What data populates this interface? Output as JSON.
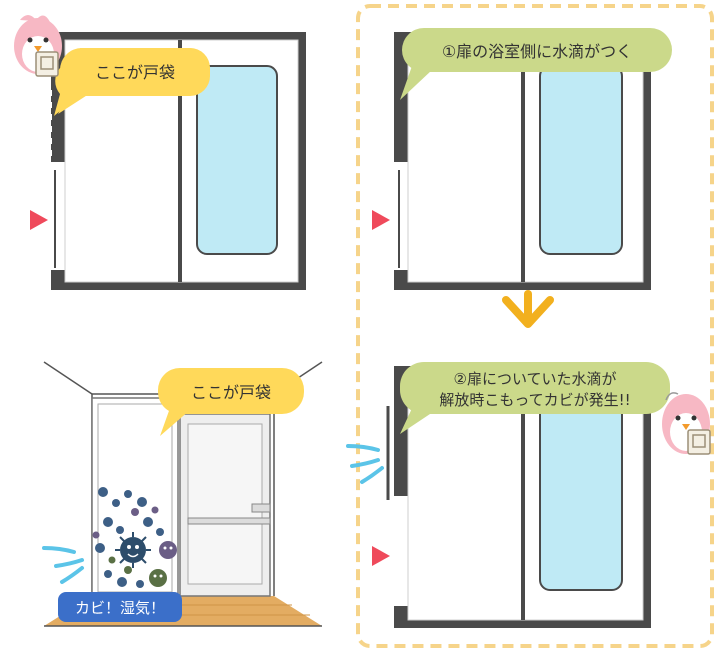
{
  "panel_top_left": {
    "bubble_label": "ここが戸袋"
  },
  "panel_bottom_left": {
    "bubble_label": "ここが戸袋",
    "badge_label": "カビ！湿気！"
  },
  "panel_right": {
    "step1_label": "①扉の浴室側に水滴がつく",
    "step2_line1": "②扉についていた水滴が",
    "step2_line2": "解放時こもってカビが発生!!"
  },
  "colors": {
    "bubble_yellow": "#ffd95a",
    "bubble_green": "#cbd98a",
    "frame_dark": "#4a4a4a",
    "glass_blue": "#bfeaf5",
    "arrow_orange": "#f2b01e",
    "marker_red": "#ef4a5b",
    "dashed_border": "#f6d48a",
    "badge_blue": "#3b6fc9",
    "floor_wood": "#e3ac62",
    "splash_blue": "#5bc4e8"
  },
  "icons": [
    "penguin-mascot",
    "mold-germ",
    "water-splash",
    "down-arrow",
    "triangle-marker"
  ]
}
